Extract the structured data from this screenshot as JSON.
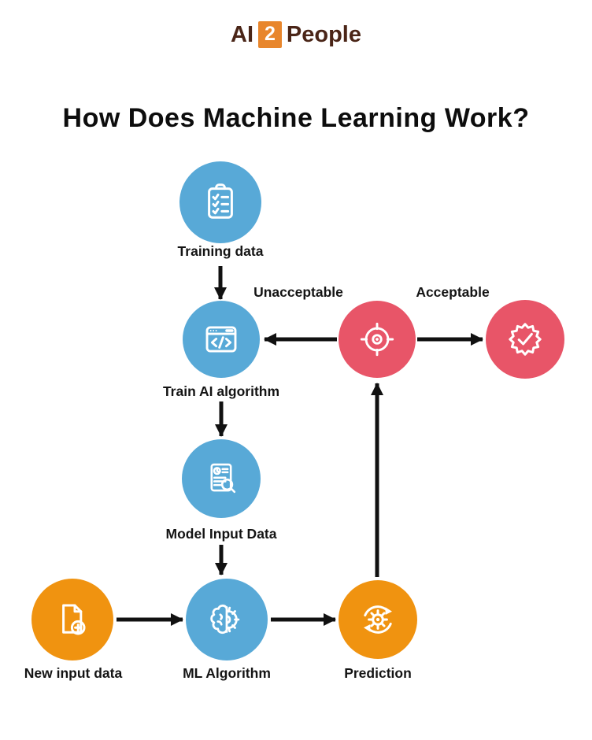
{
  "logo": {
    "part1": "AI",
    "part2": "2",
    "part3": "People"
  },
  "title": "How Does Machine Learning Work?",
  "colors": {
    "node_blue": "#58a9d7",
    "node_red": "#e85568",
    "node_orange": "#f09310",
    "arrow_black": "#111111",
    "logo_text": "#4a2517",
    "logo_box": "#e8862c",
    "icon_stroke": "#ffffff"
  },
  "nodes": [
    {
      "id": "training-data",
      "label": "Training data",
      "icon": "clipboard-checklist-icon",
      "color": "#58a9d7"
    },
    {
      "id": "train-ai-algorithm",
      "label": "Train AI algorithm",
      "icon": "code-window-icon",
      "color": "#58a9d7"
    },
    {
      "id": "evaluation",
      "label": "",
      "icon": "target-icon",
      "color": "#e85568"
    },
    {
      "id": "approved",
      "label": "",
      "icon": "verified-badge-icon",
      "color": "#e85568"
    },
    {
      "id": "model-input-data",
      "label": "Model Input Data",
      "icon": "document-magnifier-icon",
      "color": "#58a9d7"
    },
    {
      "id": "new-input-data",
      "label": "New input data",
      "icon": "document-add-icon",
      "color": "#f09310"
    },
    {
      "id": "ml-algorithm",
      "label": "ML Algorithm",
      "icon": "brain-gear-icon",
      "color": "#58a9d7"
    },
    {
      "id": "prediction",
      "label": "Prediction",
      "icon": "gear-refresh-icon",
      "color": "#f09310"
    }
  ],
  "edge_labels": {
    "unacceptable": "Unacceptable",
    "acceptable": "Acceptable"
  }
}
